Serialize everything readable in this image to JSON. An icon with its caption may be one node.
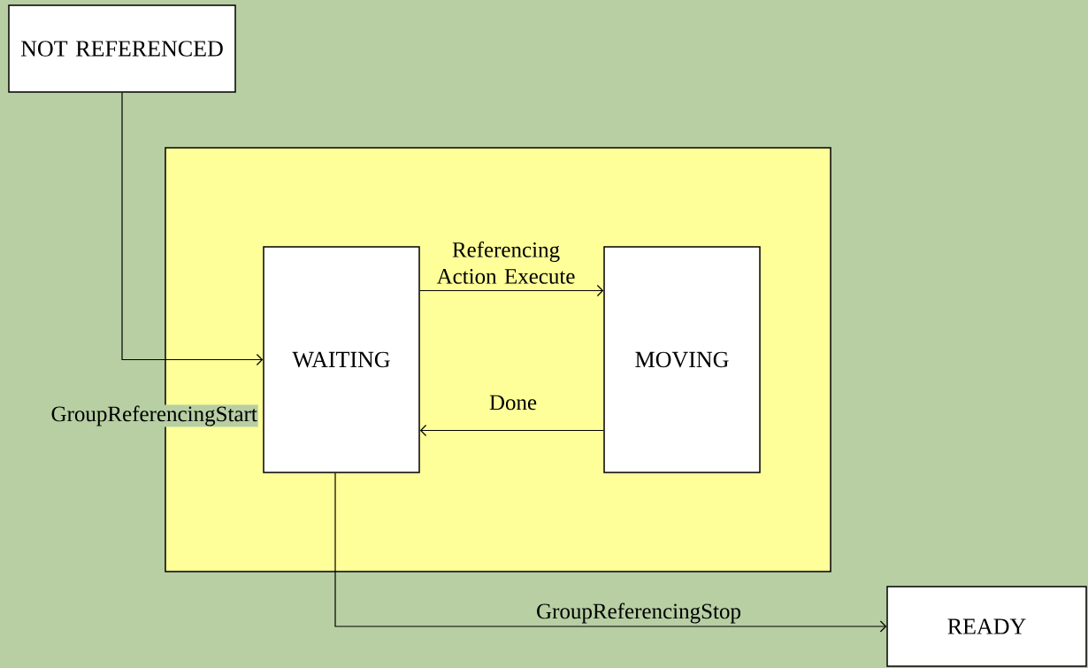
{
  "diagram": {
    "nodes": [
      {
        "text": [
          "NOT REFERENCED"
        ]
      },
      {
        "text": [],
        "shape": "box"
      },
      {
        "text": [
          "WAITING"
        ],
        "in": 1
      },
      {
        "text": [
          "MOVING"
        ],
        "in": 1
      },
      {
        "text": [
          "READY"
        ]
      }
    ],
    "edges": [
      {
        "from": 0,
        "to": 2,
        "arrow": "to",
        "label": "GroupReferencingStart"
      },
      {
        "from": 2,
        "to": 3,
        "arrow": "to",
        "label": "Referencing Action Execute"
      },
      {
        "from": 3,
        "to": 2,
        "arrow": "to",
        "label": "Done"
      },
      {
        "from": 2,
        "to": 4,
        "arrow": "to",
        "label": "GroupReferencingStop"
      }
    ]
  }
}
